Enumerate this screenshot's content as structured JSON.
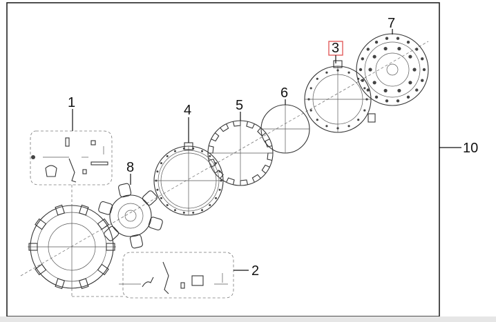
{
  "diagram": {
    "callouts": [
      {
        "id": "c1",
        "label": "1"
      },
      {
        "id": "c2",
        "label": "2"
      },
      {
        "id": "c3",
        "label": "3",
        "highlighted": true
      },
      {
        "id": "c4",
        "label": "4"
      },
      {
        "id": "c5",
        "label": "5"
      },
      {
        "id": "c6",
        "label": "6"
      },
      {
        "id": "c7",
        "label": "7"
      },
      {
        "id": "c8",
        "label": "8"
      },
      {
        "id": "c10",
        "label": "10"
      }
    ],
    "highlight_color": "#e05050"
  }
}
